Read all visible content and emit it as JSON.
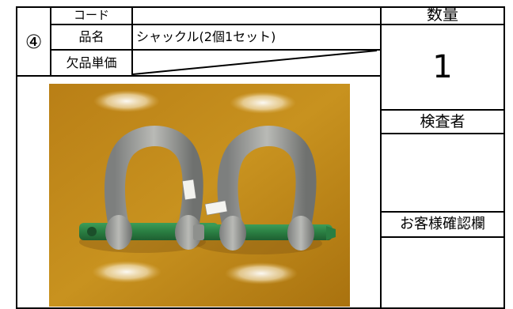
{
  "sheet": {
    "item_number": "④",
    "labels": {
      "code": "コード",
      "product_name": "品名",
      "missing_unit_price": "欠品単価",
      "quantity": "数量",
      "inspector": "検査者",
      "customer_confirmation": "お客様確認欄"
    },
    "values": {
      "code": "",
      "product_name": "シャックル(2個1セット)",
      "missing_unit_price": "",
      "quantity": "1"
    }
  },
  "photo": {
    "subject_icon": "shackle-pair-photo",
    "colors": {
      "floor": "#c28a1e",
      "shackle_body": "#9a9a97",
      "bolt": "#2f8a4a"
    }
  }
}
